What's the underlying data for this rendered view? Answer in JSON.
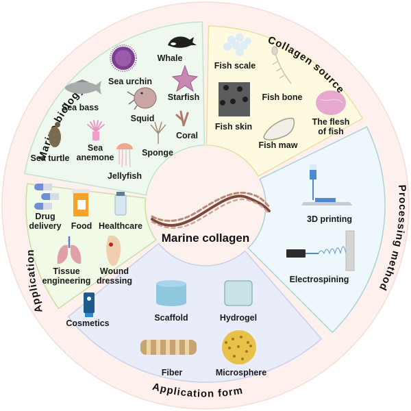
{
  "center": {
    "title": "Marine collagen",
    "icon": "collagen-triple-helix-icon"
  },
  "colors": {
    "outer_ring": "#fdf0ed",
    "outer_ring_edge": "#f6dcd6",
    "center_circle": "#fdf1ee",
    "marine_biology_bg": "#eff8ef",
    "marine_biology_edge": "#bfe3cf",
    "collagen_source_bg": "#fdfae0",
    "collagen_source_edge": "#e9dfa0",
    "processing_method_bg": "#eef8fc",
    "processing_method_edge": "#a9d2d8",
    "application_form_bg": "#e9ecf9",
    "application_form_edge": "#c9cfee",
    "application_bg": "#f1f9e7",
    "application_edge": "#cbdda3"
  },
  "sectors": {
    "marine_biology": {
      "title": "Marine biology",
      "items": [
        {
          "label": "Whale",
          "icon": "whale-icon"
        },
        {
          "label": "Sea urchin",
          "icon": "sea-urchin-icon"
        },
        {
          "label": "Starfish",
          "icon": "starfish-icon"
        },
        {
          "label": "Sea bass",
          "icon": "sea-bass-icon"
        },
        {
          "label": "Squid",
          "icon": "squid-icon"
        },
        {
          "label": "Coral",
          "icon": "coral-icon"
        },
        {
          "label": "Sea turtle",
          "icon": "sea-turtle-icon"
        },
        {
          "label": "Sea\nanemone",
          "icon": "sea-anemone-icon"
        },
        {
          "label": "Sponge",
          "icon": "sponge-icon"
        },
        {
          "label": "Jellyfish",
          "icon": "jellyfish-icon"
        }
      ]
    },
    "collagen_source": {
      "title": "Collagen source",
      "items": [
        {
          "label": "Fish scale",
          "icon": "fish-scale-icon"
        },
        {
          "label": "Fish bone",
          "icon": "fish-bone-icon"
        },
        {
          "label": "Fish skin",
          "icon": "fish-skin-icon"
        },
        {
          "label": "The flesh\nof fish",
          "icon": "fish-flesh-icon"
        },
        {
          "label": "Fish maw",
          "icon": "fish-maw-icon"
        }
      ]
    },
    "processing_method": {
      "title": "Processing method",
      "items": [
        {
          "label": "3D printing",
          "icon": "3d-printer-icon"
        },
        {
          "label": "Electrospining",
          "icon": "electrospinning-icon"
        }
      ]
    },
    "application_form": {
      "title": "Application form",
      "items": [
        {
          "label": "Scaffold",
          "icon": "scaffold-icon"
        },
        {
          "label": "Hydrogel",
          "icon": "hydrogel-icon"
        },
        {
          "label": "Fiber",
          "icon": "fiber-icon"
        },
        {
          "label": "Microsphere",
          "icon": "microsphere-icon"
        }
      ]
    },
    "application": {
      "title": "Application",
      "items": [
        {
          "label": "Drug\ndelivery",
          "icon": "capsule-pills-icon"
        },
        {
          "label": "Food",
          "icon": "pill-bottle-icon"
        },
        {
          "label": "Healthcare",
          "icon": "vial-icon"
        },
        {
          "label": "Tissue\nengineering",
          "icon": "lungs-icon"
        },
        {
          "label": "Wound\ndressing",
          "icon": "foot-wound-icon"
        },
        {
          "label": "Cosmetics",
          "icon": "sunscreen-tube-icon"
        }
      ]
    }
  }
}
